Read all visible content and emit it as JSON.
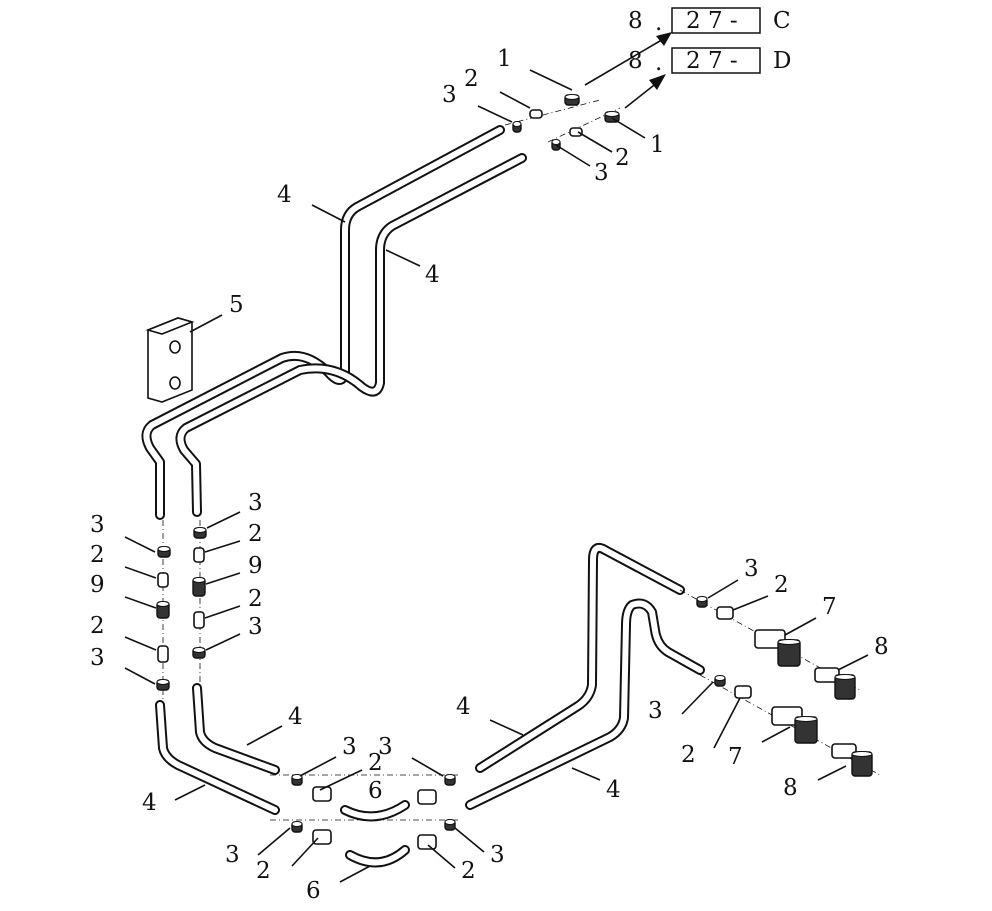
{
  "title": "Hydraulic tube assembly exploded view",
  "references": [
    {
      "page": "8",
      "dot": ".",
      "section": "2 7 -",
      "suffix": "C"
    },
    {
      "page": "8",
      "dot": ".",
      "section": "2 7 -",
      "suffix": "D"
    }
  ],
  "callouts": [
    "1",
    "2",
    "3",
    "1",
    "2",
    "3",
    "4",
    "4",
    "5",
    "3",
    "2",
    "9",
    "2",
    "3",
    "3",
    "2",
    "9",
    "2",
    "3",
    "3",
    "2",
    "7",
    "8",
    "3",
    "2",
    "7",
    "8",
    "4",
    "4",
    "4",
    "4",
    "3",
    "2",
    "3",
    "6",
    "3",
    "2",
    "6",
    "2",
    "3"
  ]
}
